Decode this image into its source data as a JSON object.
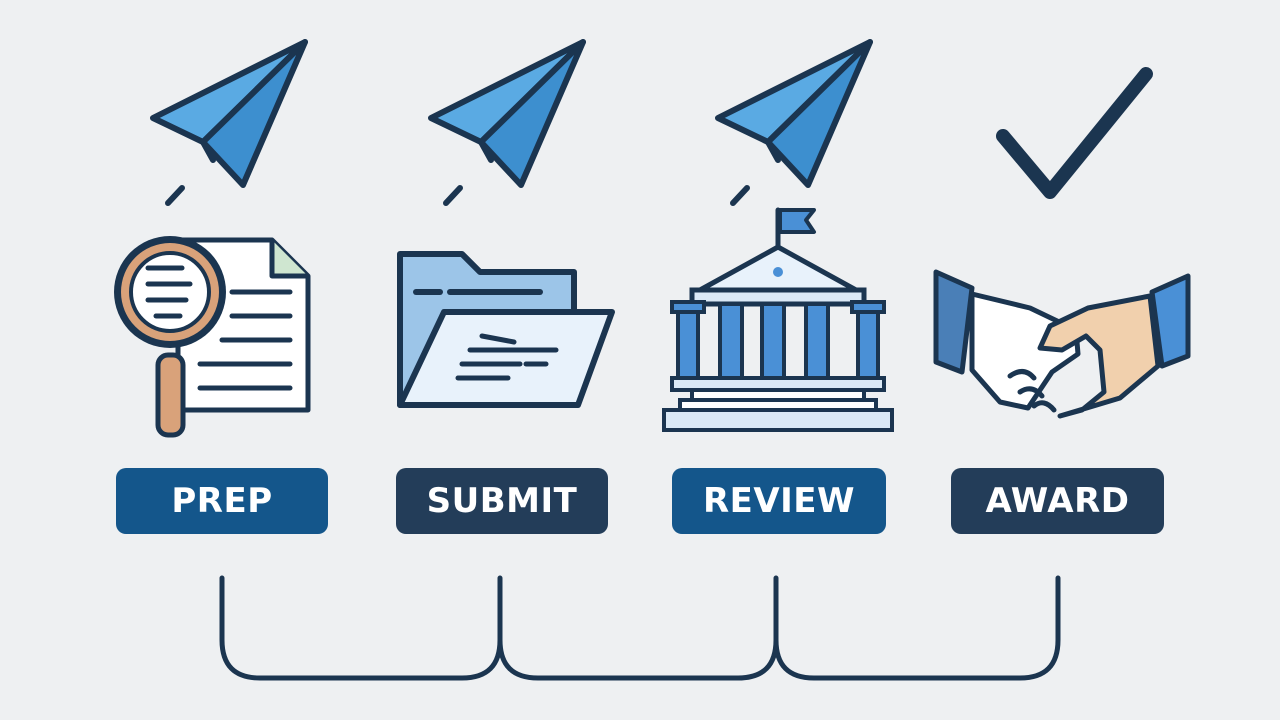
{
  "colors": {
    "background": "#eef0f2",
    "outline": "#1b3550",
    "blue_label": "#14568b",
    "navy_label": "#233d59",
    "plane_fill": "#4ea2dc",
    "folder_fill": "#9cc5e8",
    "building_fill": "#4a90d6",
    "magnifier_accent": "#d9a27a",
    "skin_tone": "#f1d0ad"
  },
  "stages": [
    {
      "label": "PREP",
      "top_icon": "paper-plane-icon",
      "main_icon": "magnifier-document-icon"
    },
    {
      "label": "SUBMIT",
      "top_icon": "paper-plane-icon",
      "main_icon": "open-folder-icon"
    },
    {
      "label": "REVIEW",
      "top_icon": "paper-plane-icon",
      "main_icon": "government-building-icon"
    },
    {
      "label": "AWARD",
      "top_icon": "checkmark-icon",
      "main_icon": "handshake-icon"
    }
  ]
}
